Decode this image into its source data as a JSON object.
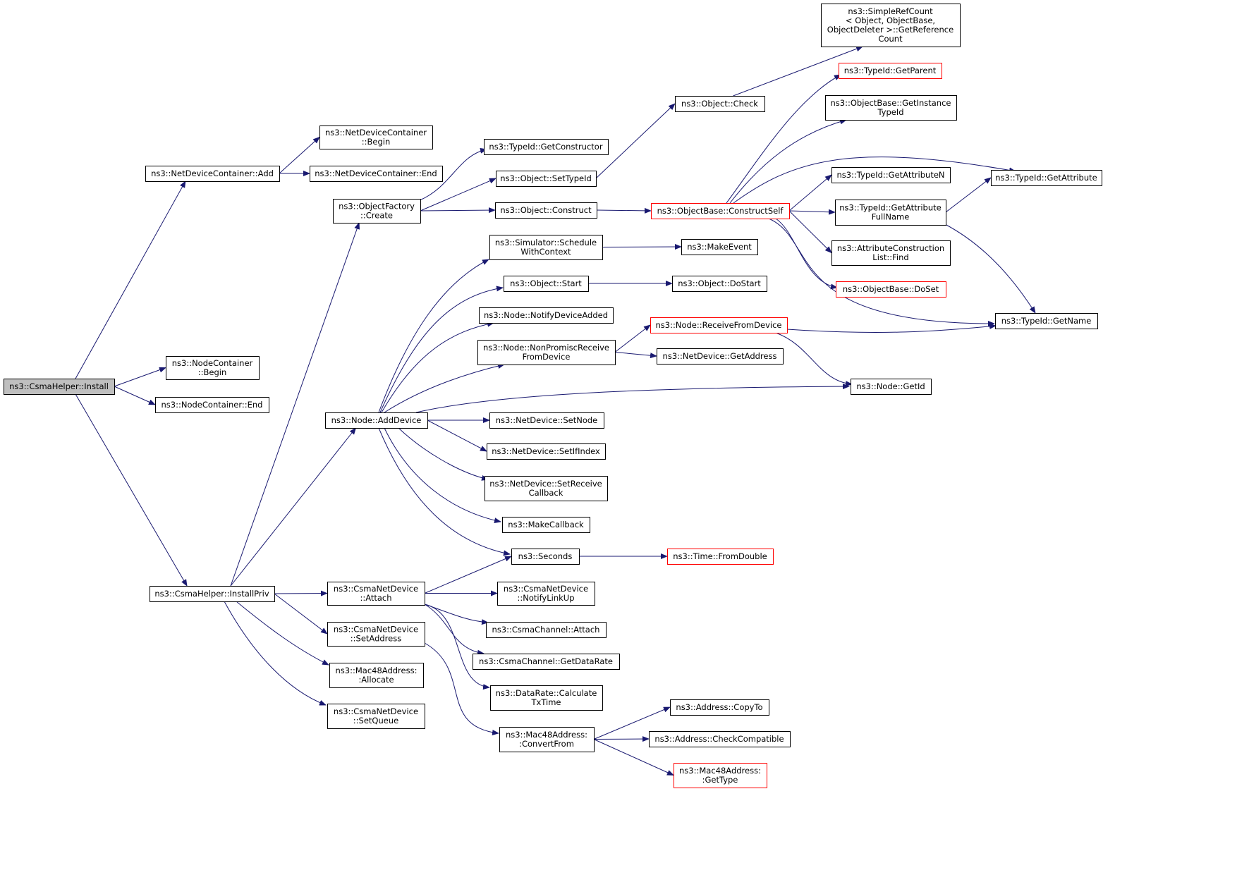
{
  "graph": {
    "root": "install",
    "colors": {
      "edge": "#191970",
      "border": "#000000",
      "border_undocumented": "#ff0000",
      "root_fill": "#bfbfbf",
      "node_fill": "#ffffff"
    },
    "nodes": [
      {
        "id": "install",
        "lines": [
          "ns3::CsmaHelper::Install"
        ]
      },
      {
        "id": "ndc_add",
        "lines": [
          "ns3::NetDeviceContainer::Add"
        ]
      },
      {
        "id": "nc_begin",
        "lines": [
          "ns3::NodeContainer",
          "::Begin"
        ]
      },
      {
        "id": "nc_end",
        "lines": [
          "ns3::NodeContainer::End"
        ]
      },
      {
        "id": "install_priv",
        "lines": [
          "ns3::CsmaHelper::InstallPriv"
        ]
      },
      {
        "id": "ndc_begin",
        "lines": [
          "ns3::NetDeviceContainer",
          "::Begin"
        ]
      },
      {
        "id": "ndc_end",
        "lines": [
          "ns3::NetDeviceContainer::End"
        ]
      },
      {
        "id": "of_create",
        "lines": [
          "ns3::ObjectFactory",
          "::Create"
        ]
      },
      {
        "id": "node_add_device",
        "lines": [
          "ns3::Node::AddDevice"
        ]
      },
      {
        "id": "cnd_attach",
        "lines": [
          "ns3::CsmaNetDevice",
          "::Attach"
        ]
      },
      {
        "id": "cnd_set_address",
        "lines": [
          "ns3::CsmaNetDevice",
          "::SetAddress"
        ]
      },
      {
        "id": "mac_allocate",
        "lines": [
          "ns3::Mac48Address:",
          ":Allocate"
        ]
      },
      {
        "id": "cnd_set_queue",
        "lines": [
          "ns3::CsmaNetDevice",
          "::SetQueue"
        ]
      },
      {
        "id": "typeid_get_ctor",
        "lines": [
          "ns3::TypeId::GetConstructor"
        ]
      },
      {
        "id": "obj_set_typeid",
        "lines": [
          "ns3::Object::SetTypeId"
        ]
      },
      {
        "id": "obj_construct",
        "lines": [
          "ns3::Object::Construct"
        ]
      },
      {
        "id": "sim_schedule",
        "lines": [
          "ns3::Simulator::Schedule",
          "WithContext"
        ]
      },
      {
        "id": "obj_start",
        "lines": [
          "ns3::Object::Start"
        ]
      },
      {
        "id": "node_notify_dev",
        "lines": [
          "ns3::Node::NotifyDeviceAdded"
        ]
      },
      {
        "id": "node_nonprom",
        "lines": [
          "ns3::Node::NonPromiscReceive",
          "FromDevice"
        ]
      },
      {
        "id": "nd_set_node",
        "lines": [
          "ns3::NetDevice::SetNode"
        ]
      },
      {
        "id": "nd_set_ifindex",
        "lines": [
          "ns3::NetDevice::SetIfIndex"
        ]
      },
      {
        "id": "nd_set_recv_cb",
        "lines": [
          "ns3::NetDevice::SetReceive",
          "Callback"
        ]
      },
      {
        "id": "make_callback",
        "lines": [
          "ns3::MakeCallback"
        ]
      },
      {
        "id": "seconds",
        "lines": [
          "ns3::Seconds"
        ]
      },
      {
        "id": "cnd_notify_link_up",
        "lines": [
          "ns3::CsmaNetDevice",
          "::NotifyLinkUp"
        ]
      },
      {
        "id": "cc_attach",
        "lines": [
          "ns3::CsmaChannel::Attach"
        ]
      },
      {
        "id": "cc_get_datarate",
        "lines": [
          "ns3::CsmaChannel::GetDataRate"
        ]
      },
      {
        "id": "dr_calc_tx",
        "lines": [
          "ns3::DataRate::Calculate",
          "TxTime"
        ]
      },
      {
        "id": "mac_convert_from",
        "lines": [
          "ns3::Mac48Address:",
          ":ConvertFrom"
        ]
      },
      {
        "id": "obj_check",
        "lines": [
          "ns3::Object::Check"
        ]
      },
      {
        "id": "ob_construct_self",
        "lines": [
          "ns3::ObjectBase::ConstructSelf"
        ],
        "red": true
      },
      {
        "id": "make_event",
        "lines": [
          "ns3::MakeEvent"
        ]
      },
      {
        "id": "obj_do_start",
        "lines": [
          "ns3::Object::DoStart"
        ]
      },
      {
        "id": "node_recv_from_dev",
        "lines": [
          "ns3::Node::ReceiveFromDevice"
        ],
        "red": true
      },
      {
        "id": "nd_get_address",
        "lines": [
          "ns3::NetDevice::GetAddress"
        ]
      },
      {
        "id": "time_from_double",
        "lines": [
          "ns3::Time::FromDouble"
        ],
        "red": true
      },
      {
        "id": "addr_copy_to",
        "lines": [
          "ns3::Address::CopyTo"
        ]
      },
      {
        "id": "addr_check_compat",
        "lines": [
          "ns3::Address::CheckCompatible"
        ]
      },
      {
        "id": "mac_get_type",
        "lines": [
          "ns3::Mac48Address:",
          ":GetType"
        ],
        "red": true
      },
      {
        "id": "srefcount_get",
        "lines": [
          "ns3::SimpleRefCount",
          "< Object, ObjectBase,",
          "ObjectDeleter >::GetReference",
          "Count"
        ]
      },
      {
        "id": "typeid_get_parent",
        "lines": [
          "ns3::TypeId::GetParent"
        ],
        "red": true
      },
      {
        "id": "ob_get_instance_tid",
        "lines": [
          "ns3::ObjectBase::GetInstance",
          "TypeId"
        ]
      },
      {
        "id": "typeid_get_attr_n",
        "lines": [
          "ns3::TypeId::GetAttributeN"
        ]
      },
      {
        "id": "typeid_get_attr_fullname",
        "lines": [
          "ns3::TypeId::GetAttribute",
          "FullName"
        ]
      },
      {
        "id": "acl_find",
        "lines": [
          "ns3::AttributeConstruction",
          "List::Find"
        ]
      },
      {
        "id": "ob_do_set",
        "lines": [
          "ns3::ObjectBase::DoSet"
        ],
        "red": true
      },
      {
        "id": "node_get_id",
        "lines": [
          "ns3::Node::GetId"
        ]
      },
      {
        "id": "typeid_get_attr",
        "lines": [
          "ns3::TypeId::GetAttribute"
        ]
      },
      {
        "id": "typeid_get_name",
        "lines": [
          "ns3::TypeId::GetName"
        ]
      }
    ],
    "edges": [
      [
        "install",
        "ndc_add"
      ],
      [
        "install",
        "nc_begin"
      ],
      [
        "install",
        "nc_end"
      ],
      [
        "install",
        "install_priv"
      ],
      [
        "ndc_add",
        "ndc_begin"
      ],
      [
        "ndc_add",
        "ndc_end"
      ],
      [
        "install_priv",
        "of_create"
      ],
      [
        "install_priv",
        "node_add_device"
      ],
      [
        "install_priv",
        "cnd_attach"
      ],
      [
        "install_priv",
        "cnd_set_address"
      ],
      [
        "install_priv",
        "mac_allocate"
      ],
      [
        "install_priv",
        "cnd_set_queue"
      ],
      [
        "of_create",
        "typeid_get_ctor"
      ],
      [
        "of_create",
        "obj_set_typeid"
      ],
      [
        "of_create",
        "obj_construct"
      ],
      [
        "obj_set_typeid",
        "obj_check"
      ],
      [
        "obj_check",
        "srefcount_get"
      ],
      [
        "obj_construct",
        "ob_construct_self"
      ],
      [
        "ob_construct_self",
        "typeid_get_parent"
      ],
      [
        "ob_construct_self",
        "ob_get_instance_tid"
      ],
      [
        "ob_construct_self",
        "typeid_get_attr"
      ],
      [
        "ob_construct_self",
        "typeid_get_attr_n"
      ],
      [
        "ob_construct_self",
        "typeid_get_attr_fullname"
      ],
      [
        "ob_construct_self",
        "acl_find"
      ],
      [
        "ob_construct_self",
        "ob_do_set"
      ],
      [
        "ob_construct_self",
        "typeid_get_name"
      ],
      [
        "typeid_get_attr_fullname",
        "typeid_get_attr"
      ],
      [
        "typeid_get_attr_fullname",
        "typeid_get_name"
      ],
      [
        "node_add_device",
        "sim_schedule"
      ],
      [
        "node_add_device",
        "obj_start"
      ],
      [
        "node_add_device",
        "node_notify_dev"
      ],
      [
        "node_add_device",
        "node_nonprom"
      ],
      [
        "node_add_device",
        "node_get_id"
      ],
      [
        "node_add_device",
        "nd_set_node"
      ],
      [
        "node_add_device",
        "nd_set_ifindex"
      ],
      [
        "node_add_device",
        "nd_set_recv_cb"
      ],
      [
        "node_add_device",
        "make_callback"
      ],
      [
        "node_add_device",
        "seconds"
      ],
      [
        "sim_schedule",
        "make_event"
      ],
      [
        "obj_start",
        "obj_do_start"
      ],
      [
        "node_nonprom",
        "node_recv_from_dev"
      ],
      [
        "node_nonprom",
        "nd_get_address"
      ],
      [
        "node_recv_from_dev",
        "typeid_get_name"
      ],
      [
        "node_recv_from_dev",
        "node_get_id"
      ],
      [
        "cnd_attach",
        "seconds"
      ],
      [
        "cnd_attach",
        "cnd_notify_link_up"
      ],
      [
        "cnd_attach",
        "cc_attach"
      ],
      [
        "cnd_attach",
        "cc_get_datarate"
      ],
      [
        "cnd_attach",
        "dr_calc_tx"
      ],
      [
        "seconds",
        "time_from_double"
      ],
      [
        "cnd_set_address",
        "mac_convert_from"
      ],
      [
        "mac_convert_from",
        "addr_copy_to"
      ],
      [
        "mac_convert_from",
        "addr_check_compat"
      ],
      [
        "mac_convert_from",
        "mac_get_type"
      ]
    ]
  }
}
